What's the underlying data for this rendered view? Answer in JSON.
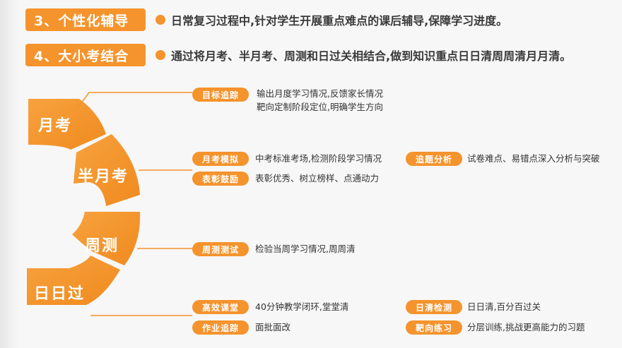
{
  "rules": [
    {
      "tag": "3、个性化辅导",
      "text": "日常复习过程中,针对学生开展重点难点的课后辅导,保障学习进度。"
    },
    {
      "tag": "4、大小考结合",
      "text": "通过将月考、半月考、周测和日过关相结合,做到知识重点日日清周周清月月清。"
    }
  ],
  "segments": {
    "monthly": "月考",
    "half_monthly": "半月考",
    "weekly": "周测",
    "daily": "日日过"
  },
  "items": {
    "goal_tracking": {
      "label": "目标追踪",
      "line1": "输出月度学习情况,反馈家长情况",
      "line2": "靶向定制阶段定位,明确学生方向"
    },
    "monthly_mock": {
      "label": "月考模拟",
      "text": "中考标准考场,检测阶段学习情况"
    },
    "question_analysis": {
      "label": "追题分析",
      "text": "试卷难点、易错点深入分析与突破"
    },
    "praise_encourage": {
      "label": "表彰鼓励",
      "text": "表彰优秀、树立榜样、点通动力"
    },
    "weekly_test": {
      "label": "周测测试",
      "text": "检验当周学习情况,周周清"
    },
    "efficient_class": {
      "label": "高效课堂",
      "text": "40分钟教学闭环,堂堂清"
    },
    "daily_check": {
      "label": "日清检测",
      "text": "日日清,百分百过关"
    },
    "homework_tracking": {
      "label": "作业追踪",
      "text": "面批面改"
    },
    "targeted_practice": {
      "label": "靶向练习",
      "text": "分层训练,挑战更高能力的习题"
    }
  },
  "colors": {
    "accent": "#f5932d",
    "line": "#f5932d",
    "background": "#f7f7f7"
  }
}
